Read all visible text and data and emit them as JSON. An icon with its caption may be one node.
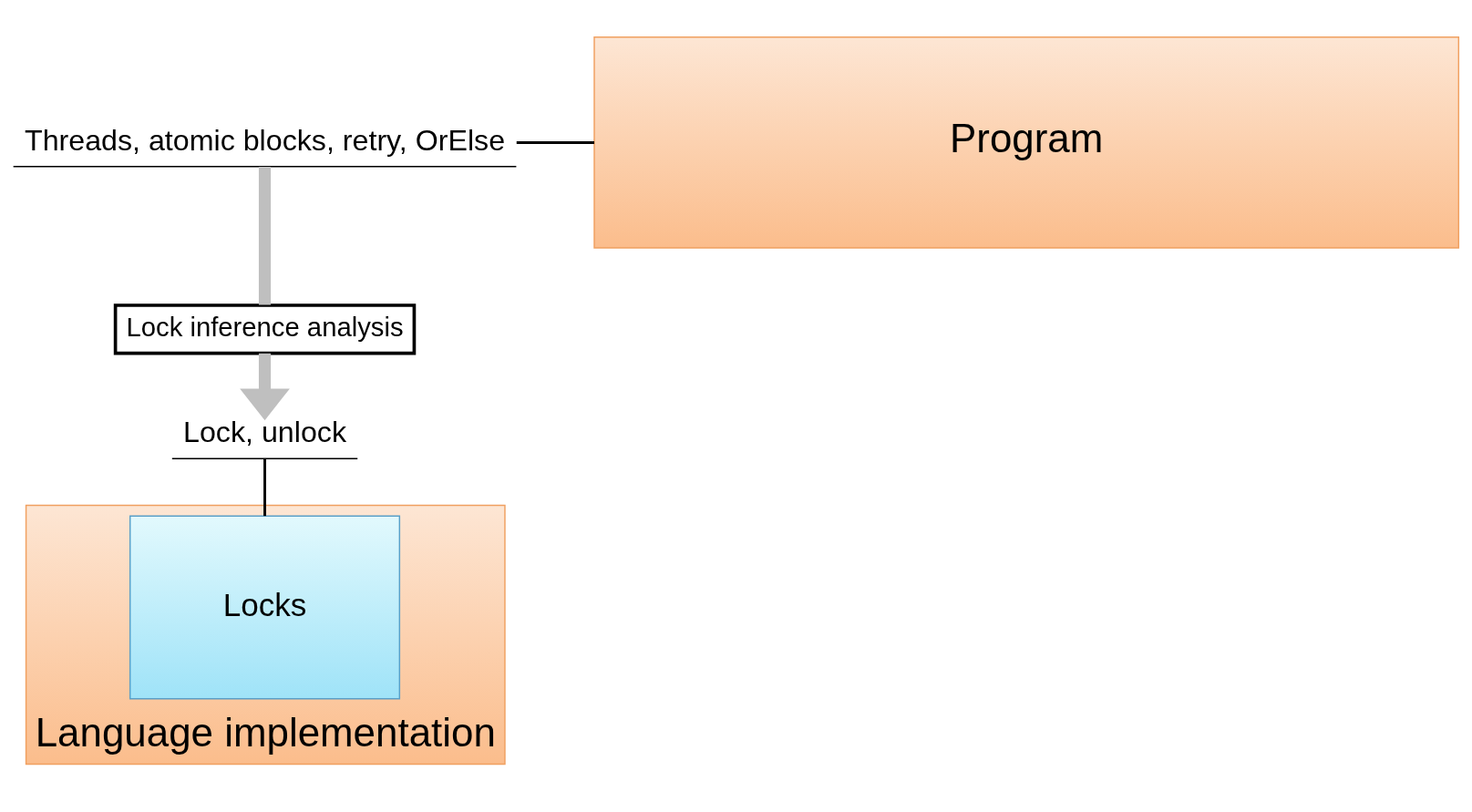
{
  "diagram": {
    "nodes": [
      {
        "text": [
          "Program"
        ]
      },
      {
        "text": [
          "Language implementation"
        ]
      },
      {
        "text": [
          "Locks"
        ],
        "in": 1
      },
      {
        "text": [
          "Threads, atomic blocks, retry, OrElse"
        ]
      },
      {
        "text": [
          "Lock inference analysis"
        ]
      },
      {
        "text": [
          "Lock, unlock"
        ]
      }
    ],
    "edges": [
      {
        "from": 3,
        "to": 0,
        "arrow": "none"
      },
      {
        "from": 3,
        "to": 4,
        "arrow": "none",
        "style": "thick",
        "color": "#bfbfbf"
      },
      {
        "from": 4,
        "to": 5,
        "arrow": "to",
        "style": "thick",
        "color": "#bfbfbf"
      },
      {
        "from": 5,
        "to": 2,
        "arrow": "none"
      }
    ]
  }
}
